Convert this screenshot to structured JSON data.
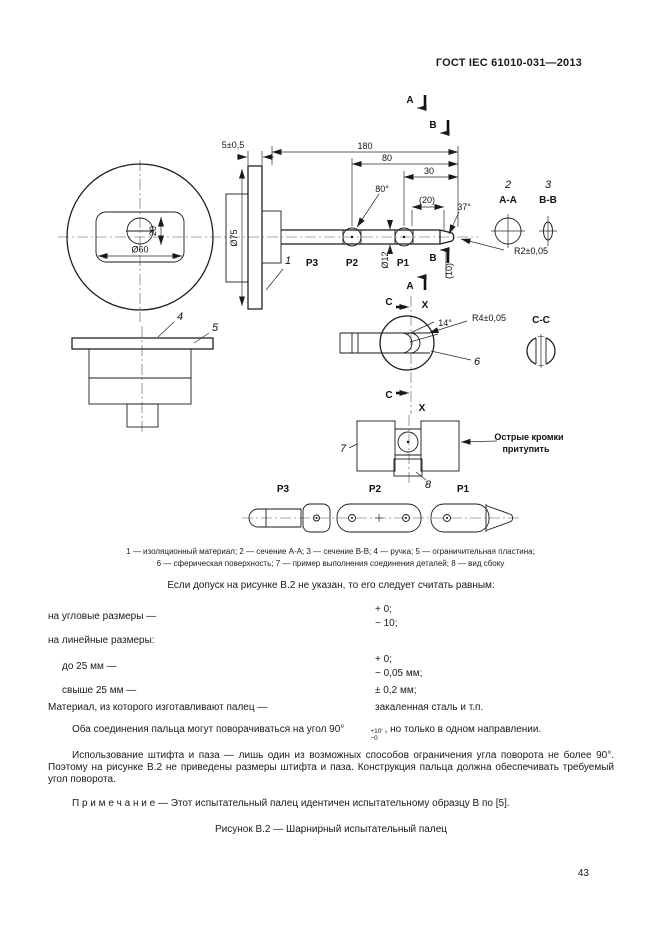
{
  "header": {
    "doc_number": "ГОСТ IEC 61010-031—2013"
  },
  "figure": {
    "markers": {
      "a_top": "А",
      "b_top": "В",
      "b_low": "В",
      "a_low": "А",
      "c_upper": "С",
      "c_lower": "С",
      "x_upper": "X",
      "x_lower": "X"
    },
    "dims": {
      "plate_thickness": "5±0,5",
      "total_length": "180",
      "len80": "80",
      "len30": "30",
      "angle80": "80°",
      "len20": "(20)",
      "angle37": "37°",
      "tip_radius": "R2±0,05",
      "finger_dia": "Ø12",
      "len10": "(10)",
      "handle_dia": "Ø60",
      "handle_h": "20",
      "plate_dia": "Ø75",
      "angle14": "14°",
      "groove_radius": "R4±0,05"
    },
    "callouts": {
      "n1": "1",
      "n2": "2",
      "n3": "3",
      "n4": "4",
      "n5": "5",
      "n6": "6",
      "n7": "7",
      "n8": "8"
    },
    "sections": {
      "aa": "А-А",
      "bb": "В-В",
      "cc": "С-С"
    },
    "segments_side": {
      "p1": "Р1",
      "p2": "Р2",
      "p3": "Р3"
    },
    "segments_bottom": {
      "p1": "Р1",
      "p2": "Р2",
      "p3": "Р3"
    },
    "sharp_note_line1": "Острые кромки",
    "sharp_note_line2": "притупить"
  },
  "legend": {
    "line1": "1 — изоляционный материал; 2 — сечение А-А; 3 — сечение В-В; 4 — ручка; 5 — ограничительная пластина;",
    "line2": "6 — сферическая поверхность; 7 — пример выполнения соединения деталей; 8 — вид сбоку"
  },
  "body": {
    "intro": "Если допуск на рисунке В.2 не указан, то его следует считать равным:",
    "angular_label": "на угловые размеры —",
    "angular_val1": "+ 0;",
    "angular_val2": "− 10;",
    "linear_label": "на линейные размеры:",
    "upto25_label": "до 25 мм —",
    "upto25_val1": "+ 0;",
    "upto25_val2": "− 0,05 мм;",
    "over25_label": "свыше 25 мм —",
    "over25_val": "± 0,2 мм;",
    "material_label": "Материал, из которого изготавливают палец —",
    "material_val": "закаленная сталь и т.п.",
    "para1_pre": "Оба соединения пальца могут поворачиваться на угол 90°",
    "para1_sup": "+10′",
    "para1_sub": "−0",
    "para1_post": ", но только в одном направлении.",
    "para2": "Использование штифта и паза — лишь один из возможных способов ограничения угла поворота не более 90°. Поэтому на рисунке В.2 не приведены размеры штифта и паза. Конструкция пальца должна обеспечивать требуемый угол поворота.",
    "note": "П р и м е ч а н и е — Этот испытательный палец идентичен испытательному образцу В по [5].",
    "figure_caption": "Рисунок В.2 — Шарнирный испытательный палец"
  },
  "footer": {
    "page_number": "43"
  }
}
